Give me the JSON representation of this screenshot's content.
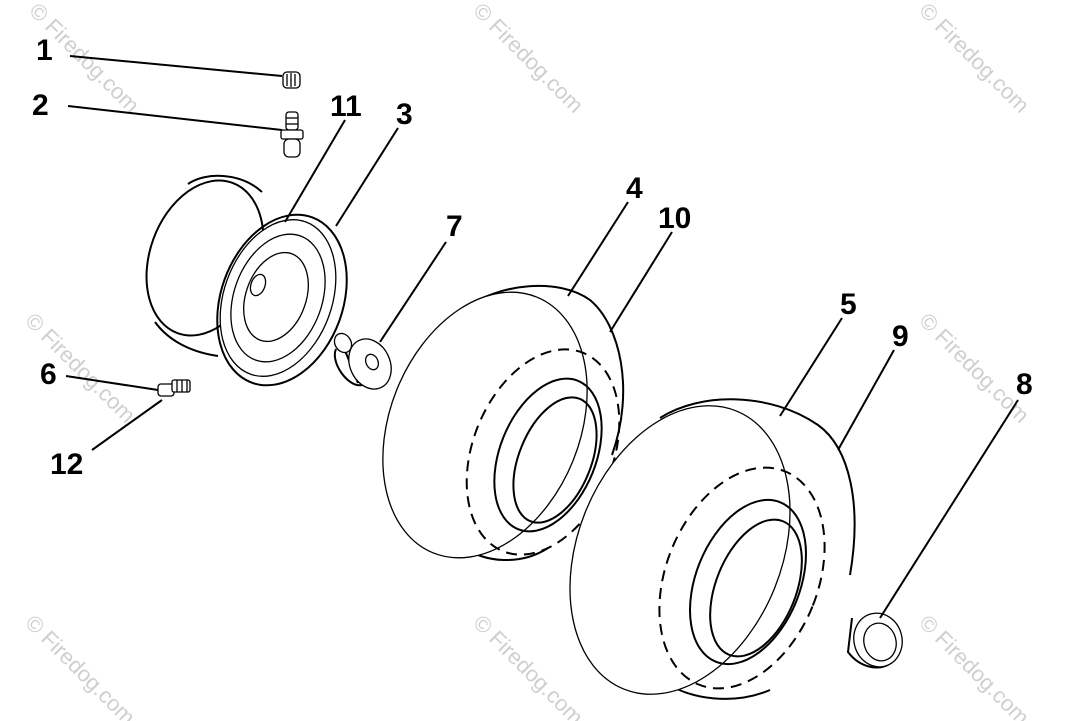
{
  "watermark": {
    "text": "© Firedog.com",
    "color": "#cfcfcf"
  },
  "callouts": [
    {
      "id": "1",
      "label": "1"
    },
    {
      "id": "2",
      "label": "2"
    },
    {
      "id": "3",
      "label": "3"
    },
    {
      "id": "4",
      "label": "4"
    },
    {
      "id": "5",
      "label": "5"
    },
    {
      "id": "6",
      "label": "6"
    },
    {
      "id": "7",
      "label": "7"
    },
    {
      "id": "8",
      "label": "8"
    },
    {
      "id": "9",
      "label": "9"
    },
    {
      "id": "10",
      "label": "10"
    },
    {
      "id": "11",
      "label": "11"
    },
    {
      "id": "12",
      "label": "12"
    }
  ]
}
